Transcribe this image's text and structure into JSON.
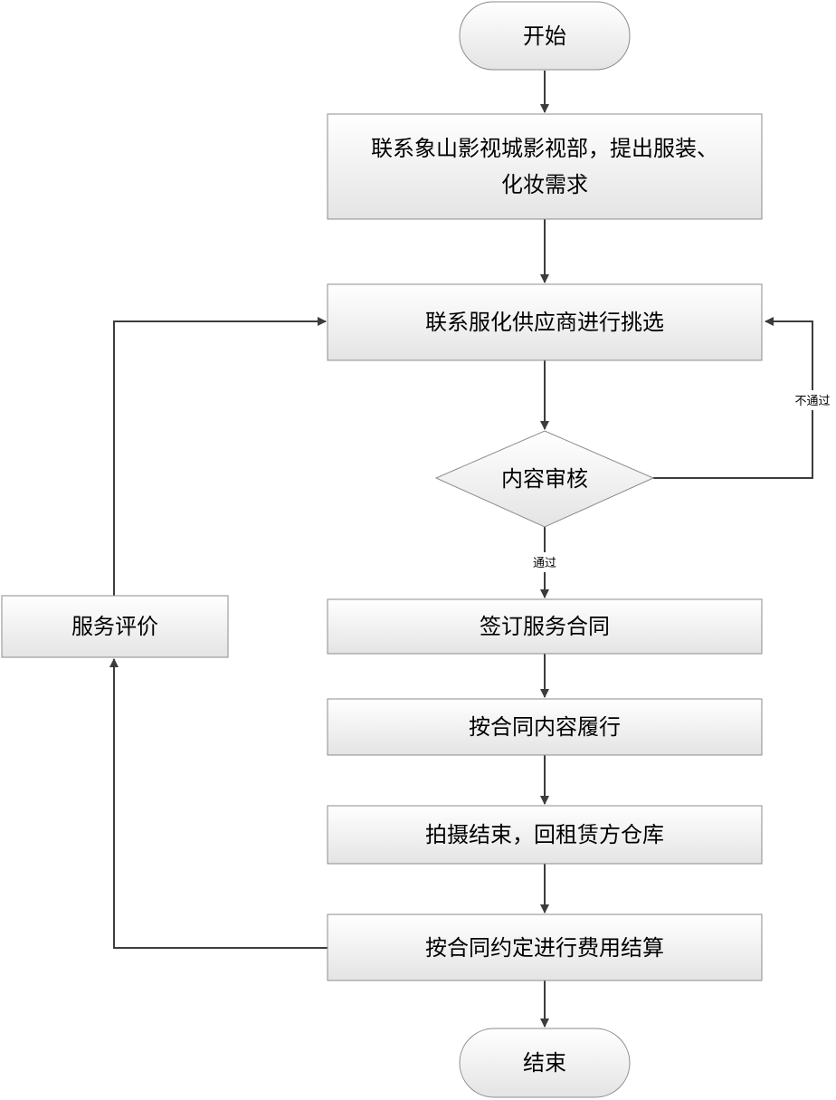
{
  "nodes": {
    "start": "开始",
    "contact_studio_line1": "联系象山影视城影视部，提出服装、",
    "contact_studio_line2": "化妆需求",
    "contact_suppliers": "联系服化供应商进行挑选",
    "content_review": "内容审核",
    "sign_contract": "签订服务合同",
    "perform_contract": "按合同内容履行",
    "shooting_end": "拍摄结束，回租赁方仓库",
    "settle_fees": "按合同约定进行费用结算",
    "service_evaluation": "服务评价",
    "end": "结束"
  },
  "edge_labels": {
    "pass": "通过",
    "fail": "不通过"
  },
  "colors": {
    "line": "#3c3c3c",
    "box_fill_top": "#ffffff",
    "box_fill_bottom": "#e6e6e6",
    "box_stroke": "#8c8c8c"
  }
}
